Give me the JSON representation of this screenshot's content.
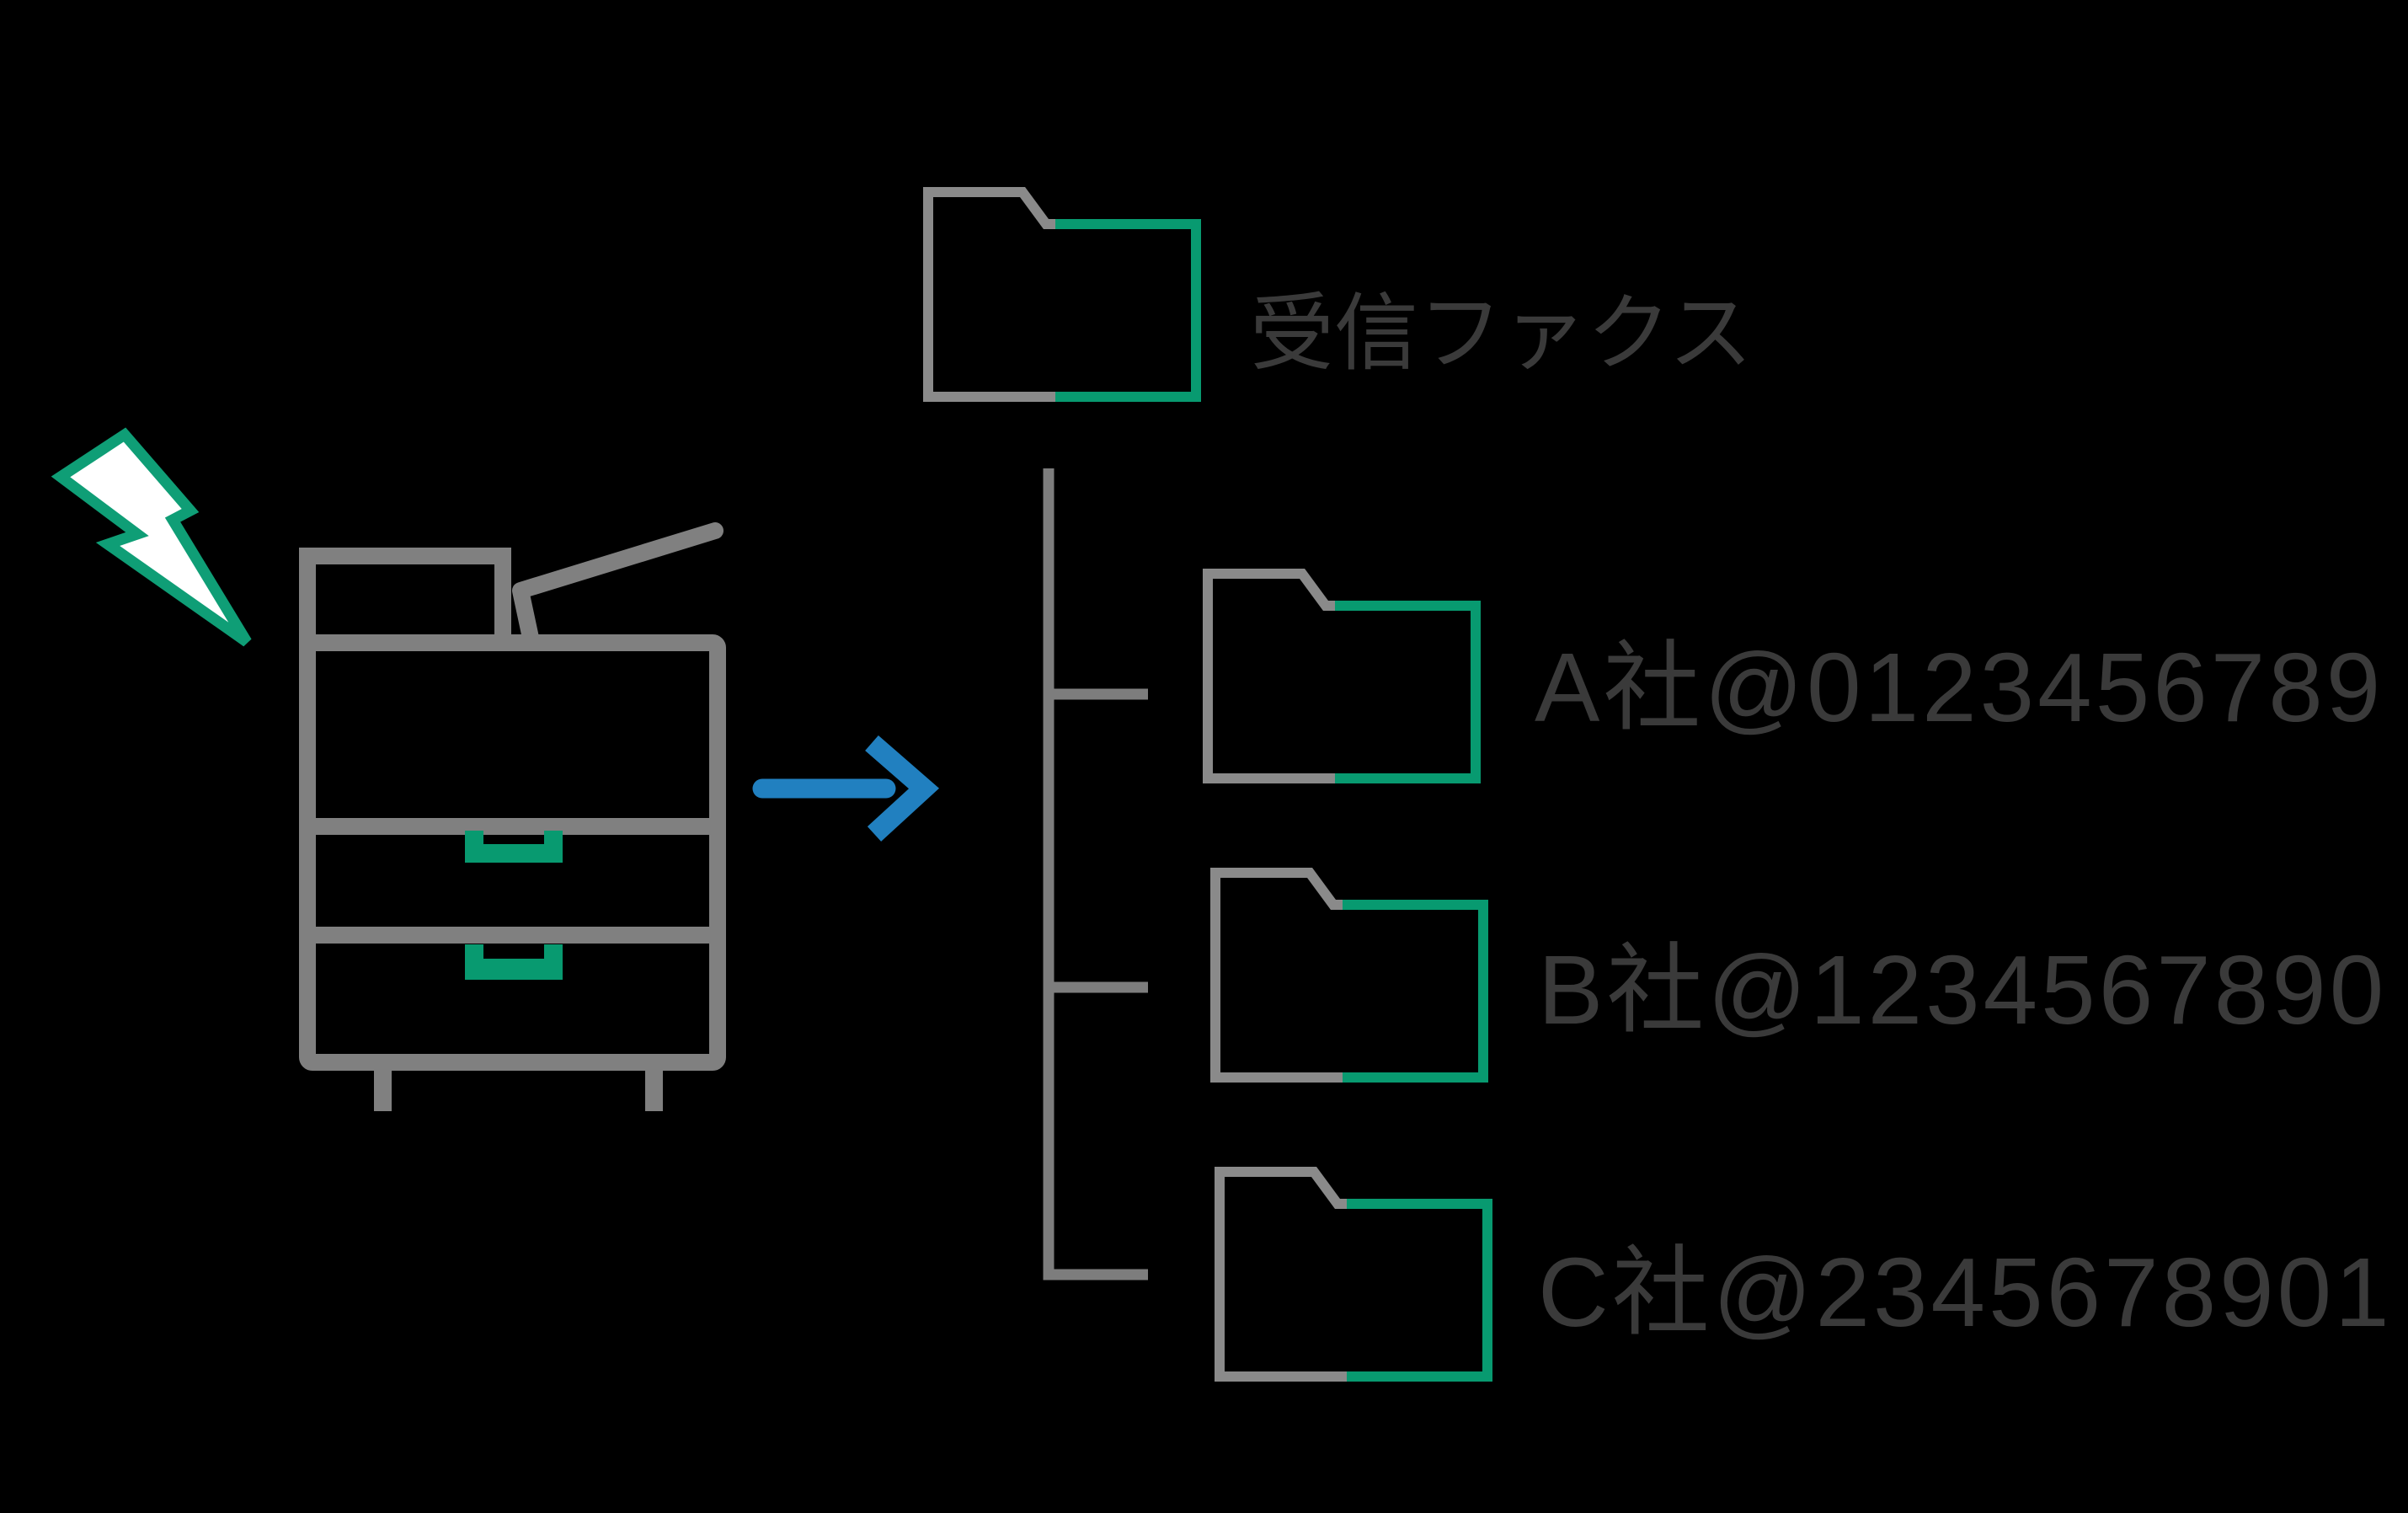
{
  "diagram_title": "fax-to-folder-distribution",
  "colors": {
    "background": "#000000",
    "outline_gray": "#808080",
    "accent_green": "#089a70",
    "arrow_blue": "#2180c0",
    "label_text": "#3a3a3a",
    "bolt_fill": "#ffffff"
  },
  "icons": [
    "lightning-icon",
    "fax-machine-icon",
    "arrow-right-icon",
    "folder-icon"
  ],
  "tree": {
    "root": {
      "label": "受信ファクス"
    },
    "children": [
      {
        "label": "A社@0123456789"
      },
      {
        "label": "B社@1234567890"
      },
      {
        "label": "C社@2345678901"
      }
    ]
  }
}
